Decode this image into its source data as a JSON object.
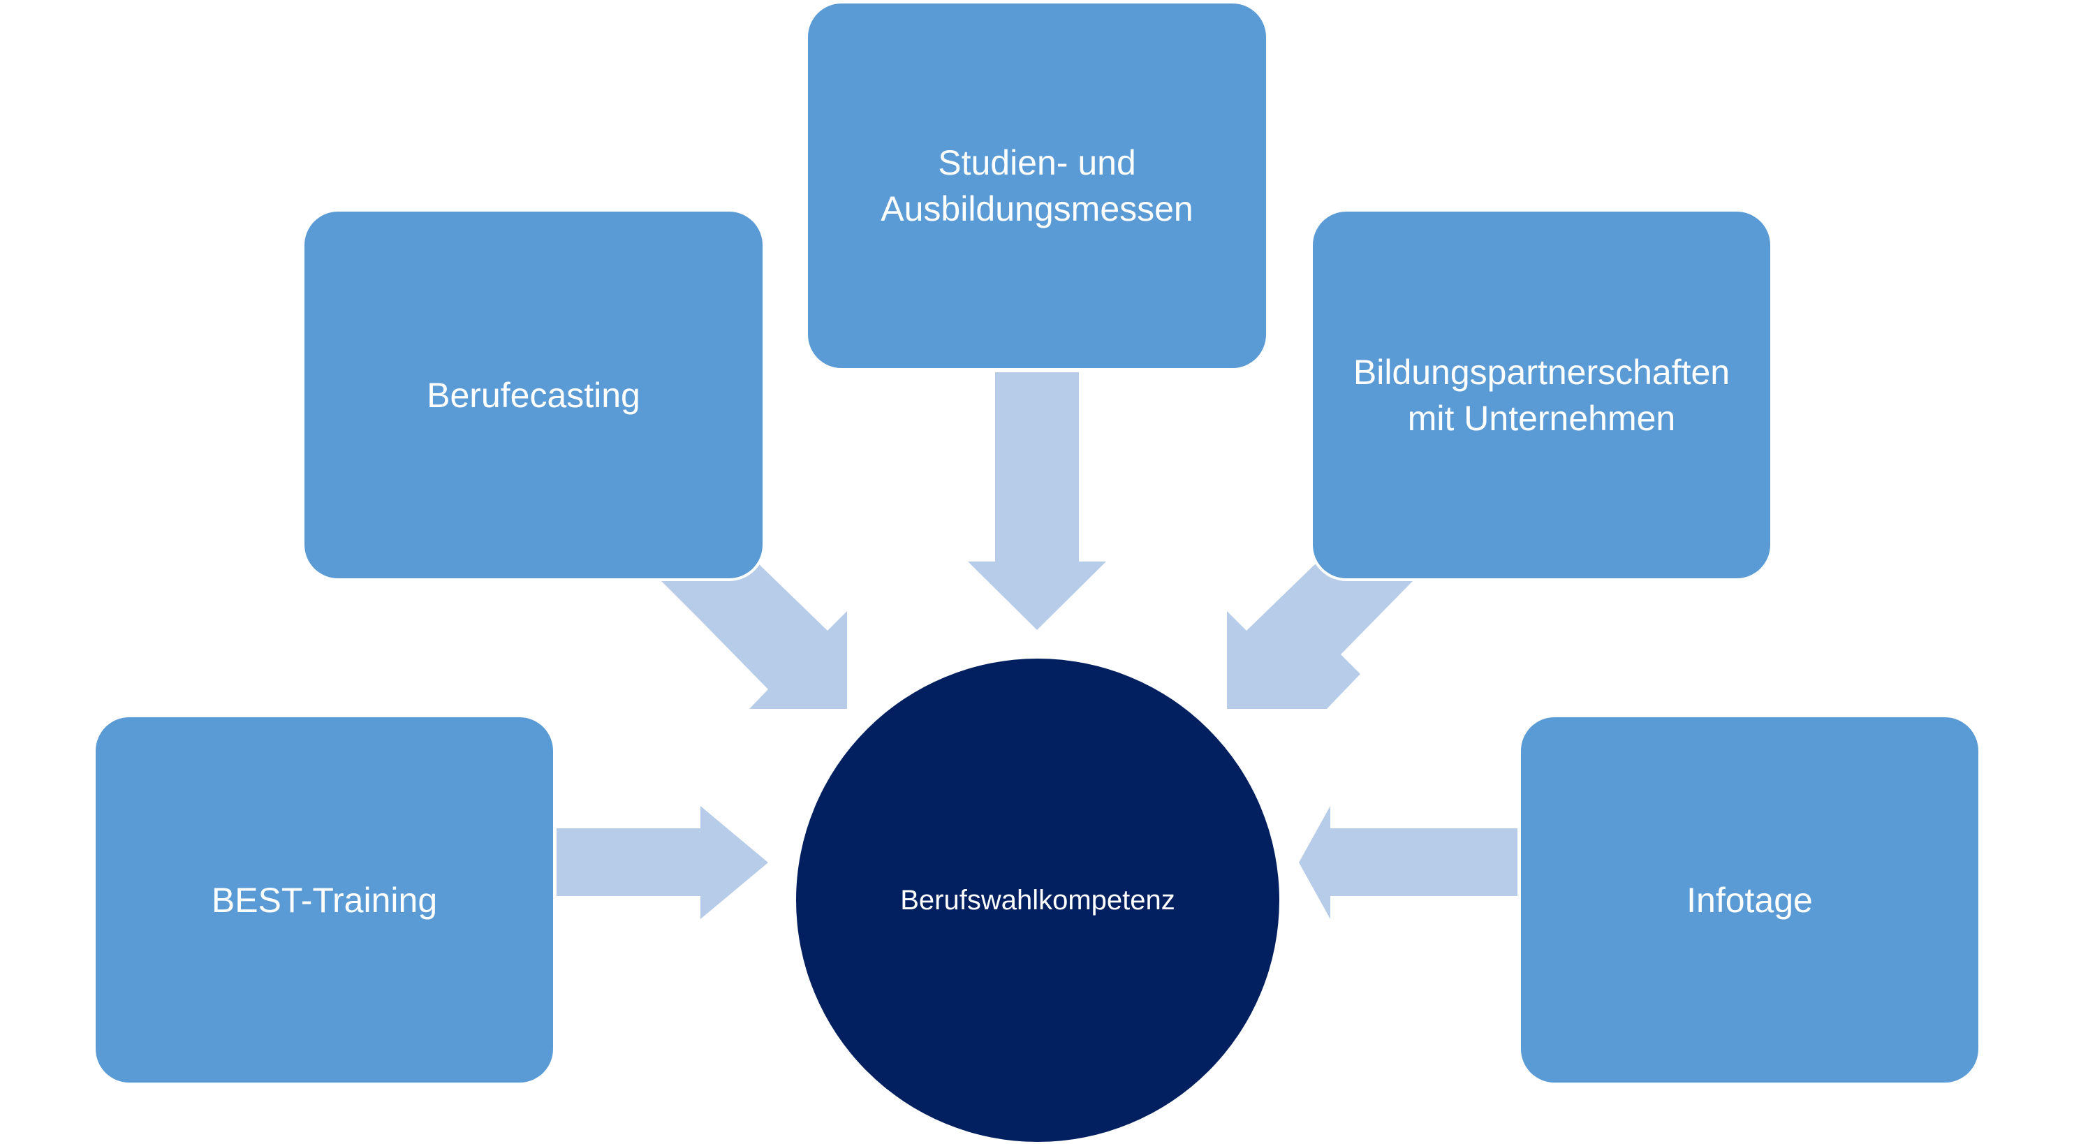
{
  "diagram": {
    "type": "hub-and-spoke",
    "center": {
      "label": "Berufswahlkompetenz"
    },
    "inputs": [
      {
        "id": "studien",
        "label": "Studien- und\nAusbildungsmessen",
        "direction": "down"
      },
      {
        "id": "berufecasting",
        "label": "Berufecasting",
        "direction": "down-right"
      },
      {
        "id": "bildung",
        "label": "Bildungspartnerschaften\nmit Unternehmen",
        "direction": "down-left"
      },
      {
        "id": "best",
        "label": "BEST-Training",
        "direction": "right"
      },
      {
        "id": "infotage",
        "label": "Infotage",
        "direction": "left"
      }
    ],
    "colors": {
      "box": "#5b9bd5",
      "arrow": "#b7cce8",
      "center": "#022060",
      "text": "#ffffff",
      "background": "#ffffff"
    }
  }
}
